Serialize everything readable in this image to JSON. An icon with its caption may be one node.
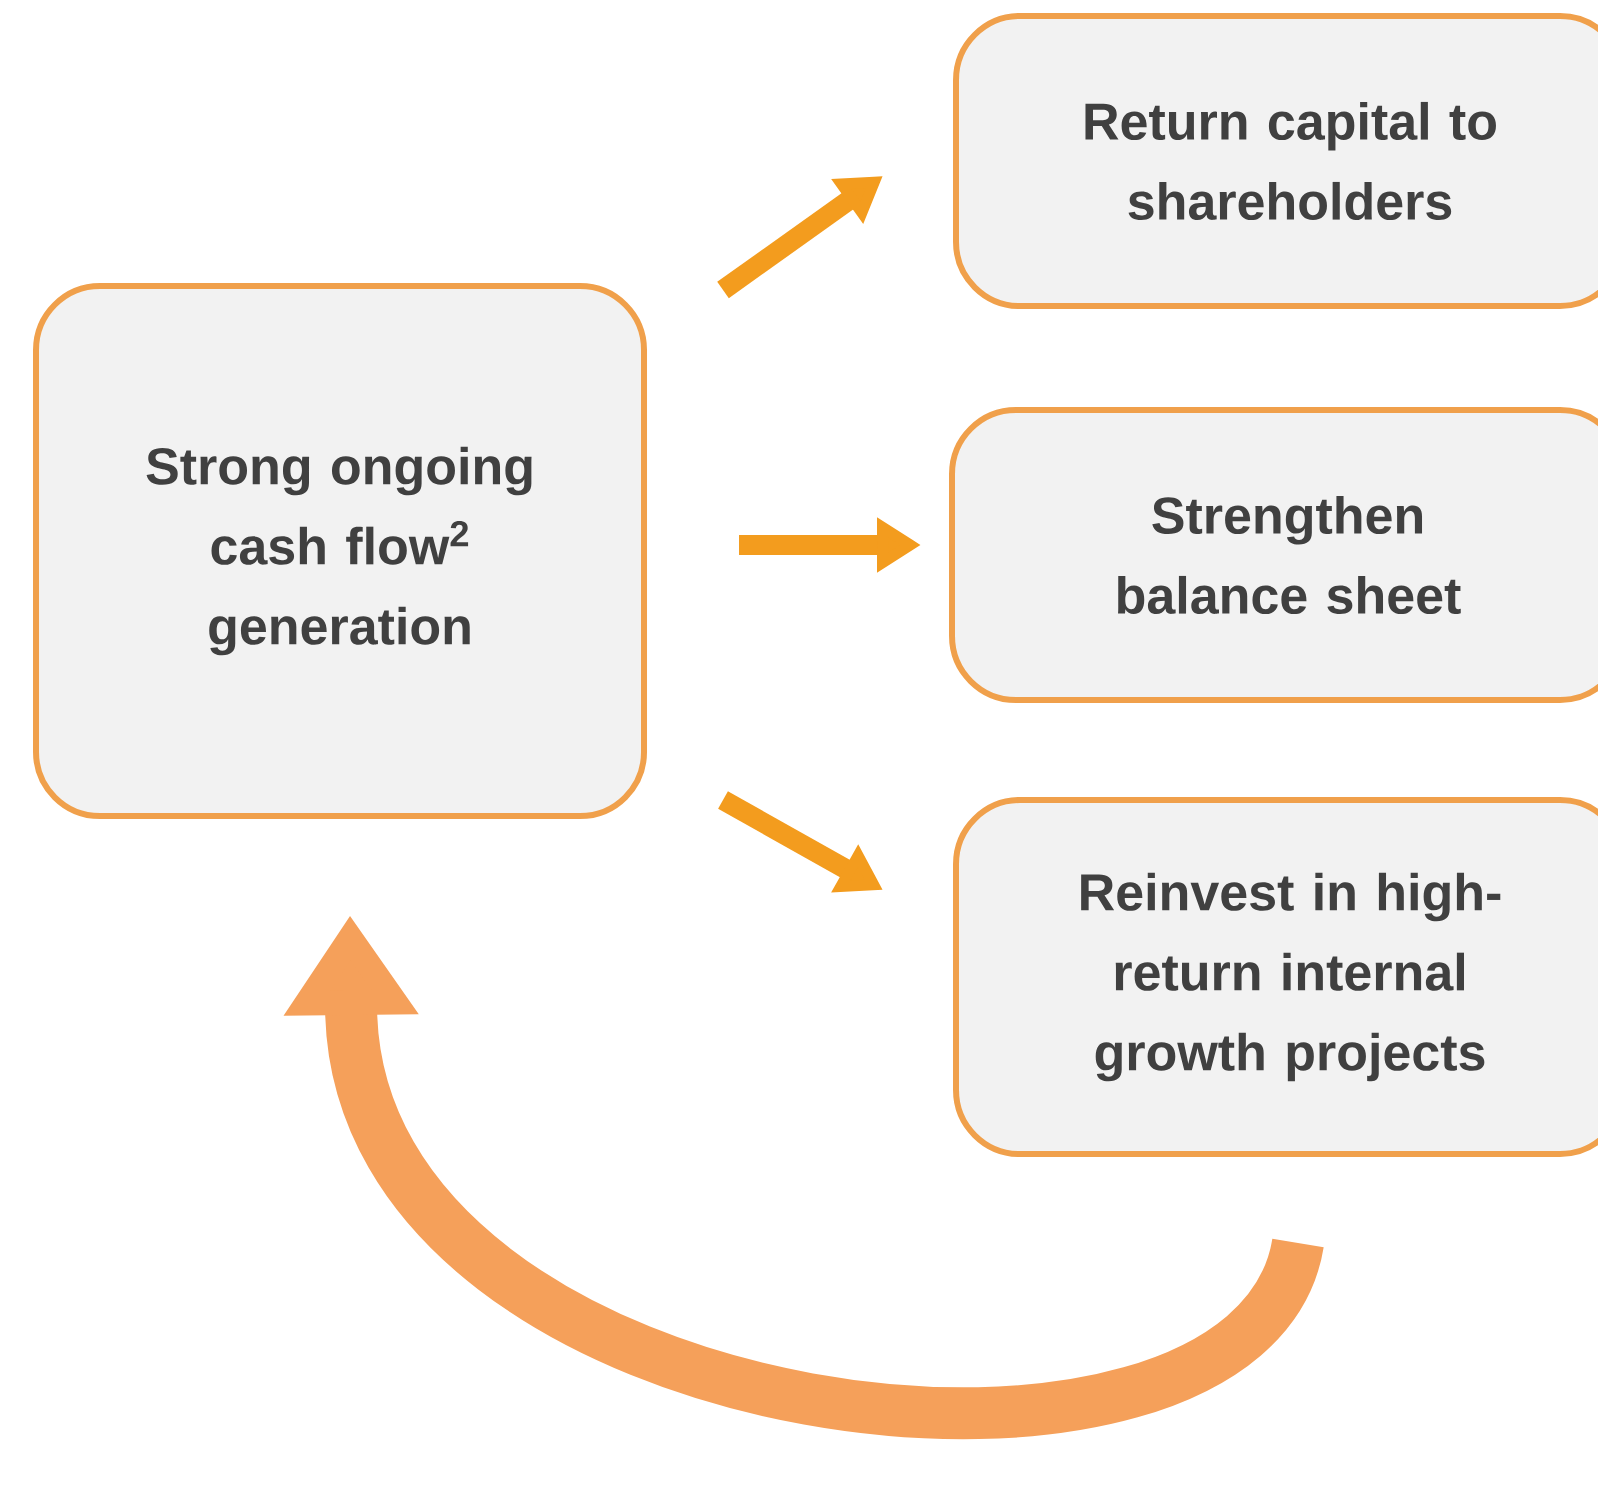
{
  "diagram": {
    "nodes": [
      {
        "text": [
          "Strong ongoing cash flow$^{2}$ generation"
        ]
      },
      {
        "text": [
          "Return capital to shareholders"
        ]
      },
      {
        "text": [
          "Strengthen balance sheet"
        ]
      },
      {
        "text": [
          "Reinvest in high-return internal growth projects"
        ]
      }
    ],
    "edges": [
      {
        "from": 0,
        "to": 1,
        "arrow": "to"
      },
      {
        "from": 0,
        "to": 2,
        "arrow": "to"
      },
      {
        "from": 0,
        "to": 3,
        "arrow": "to"
      },
      {
        "from": 3,
        "to": 0,
        "arrow": "to",
        "style": "thick",
        "color": "#f5a05a"
      }
    ]
  }
}
